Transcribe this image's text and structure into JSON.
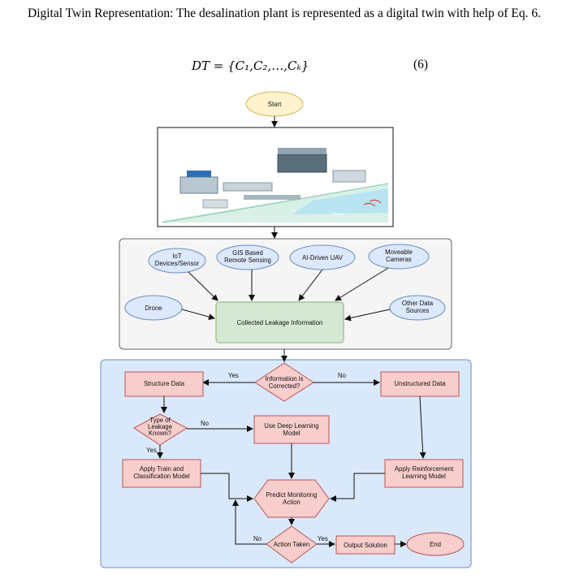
{
  "paragraph": "Digital Twin Representation: The desalination plant is represented as a digital twin with help of Eq. 6.",
  "equation": "DT = {C₁,C₂,…,Cₖ}",
  "equation_number": "(6)",
  "flow": {
    "start": "Start",
    "plant_label": "Ocean",
    "sources": {
      "iot": [
        "IoT",
        "Devices/Sensor"
      ],
      "gis": [
        "GIS Based",
        "Remote Sensing"
      ],
      "uav": "AI-Driven UAV",
      "cameras": [
        "Moveable",
        "Cameras"
      ],
      "drone": "Drone",
      "other": [
        "Other Data",
        "Sources"
      ]
    },
    "collected": "Collected Leakage Information",
    "decision_corrected": [
      "Information is",
      "Corrected?"
    ],
    "structure_data": "Structure Data",
    "unstructured_data": "Unstructured Data",
    "type_known": [
      "Type of",
      "Leakage",
      "Known?"
    ],
    "deep_learning": [
      "Use Deep Learning",
      "Model"
    ],
    "train_model": [
      "Apply Train and",
      "Classification Model"
    ],
    "reinforcement": [
      "Apply Reinforcement",
      "Learning Model"
    ],
    "predict": [
      "Predict Monitoring",
      "Action"
    ],
    "action_taken": "Action Taken",
    "output": "Output Solution",
    "end": "End",
    "labels": {
      "yes": "Yes",
      "no": "No"
    }
  },
  "colors": {
    "ellipse_fill": "#dce8fc",
    "ellipse_stroke": "#6c8ebf",
    "pink_fill": "#f8cecc",
    "pink_stroke": "#b85450",
    "green_fill": "#d5e8d4",
    "green_stroke": "#82b366",
    "yellow_fill": "#fff2cc",
    "yellow_stroke": "#d6b656",
    "grey_panel": "#f5f5f5",
    "blue_panel": "#dae8fc"
  }
}
